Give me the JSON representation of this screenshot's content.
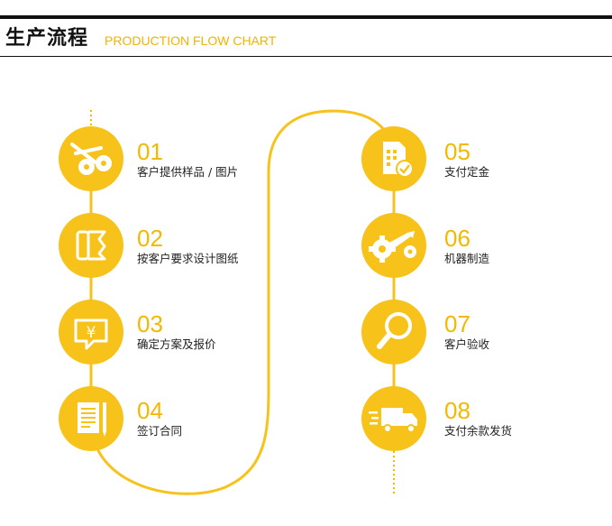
{
  "header": {
    "title_cn": "生产流程",
    "title_en": "PRODUCTION FLOW CHART"
  },
  "colors": {
    "accent": "#f7c31a",
    "accent_dark": "#f3b800",
    "line": "#111111"
  },
  "steps": [
    {
      "num": "01",
      "label": "客户提供样品 / 图片",
      "icon": "scissors-icon"
    },
    {
      "num": "02",
      "label": "按客户要求设计图纸",
      "icon": "blueprint-icon"
    },
    {
      "num": "03",
      "label": "确定方案及报价",
      "icon": "yen-price-icon"
    },
    {
      "num": "04",
      "label": "签订合同",
      "icon": "contract-icon"
    },
    {
      "num": "05",
      "label": "支付定金",
      "icon": "calculator-icon"
    },
    {
      "num": "06",
      "label": "机器制造",
      "icon": "gears-wrench-icon"
    },
    {
      "num": "07",
      "label": "客户验收",
      "icon": "magnifier-icon"
    },
    {
      "num": "08",
      "label": "支付余款发货",
      "icon": "delivery-truck-icon"
    }
  ]
}
